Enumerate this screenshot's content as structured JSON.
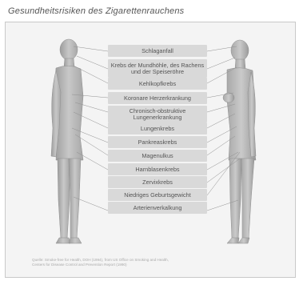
{
  "title": "Gesundheitsrisiken des Zigarettenrauchens",
  "risks": [
    {
      "label": "Schlaganfall"
    },
    {
      "label": "Krebs der Mundhöhle, des Rachens und der Speiseröhre"
    },
    {
      "label": "Kehlkopfkrebs"
    },
    {
      "label": "Koronare Herzerkrankung"
    },
    {
      "label": "Chronisch-obstruktive Lungenerkrankung"
    },
    {
      "label": "Lungenkrebs"
    },
    {
      "label": "Pankreaskrebs"
    },
    {
      "label": "Magenulkus"
    },
    {
      "label": "Harnblasenkrebs"
    },
    {
      "label": "Zervixkrebs"
    },
    {
      "label": "Niedriges Geburtsgewicht"
    },
    {
      "label": "Arterienverkalkung"
    }
  ],
  "source": {
    "line1": "Quelle: Smoke-free for Health, DOH (1994), from US Office on Smoking and Health,",
    "line2": "Centers for Disease Control and Prevention Report (1990)"
  },
  "colors": {
    "body": "#bdbdbd",
    "label_bg": "#d9d9d9",
    "text": "#555555",
    "line": "#909090"
  }
}
